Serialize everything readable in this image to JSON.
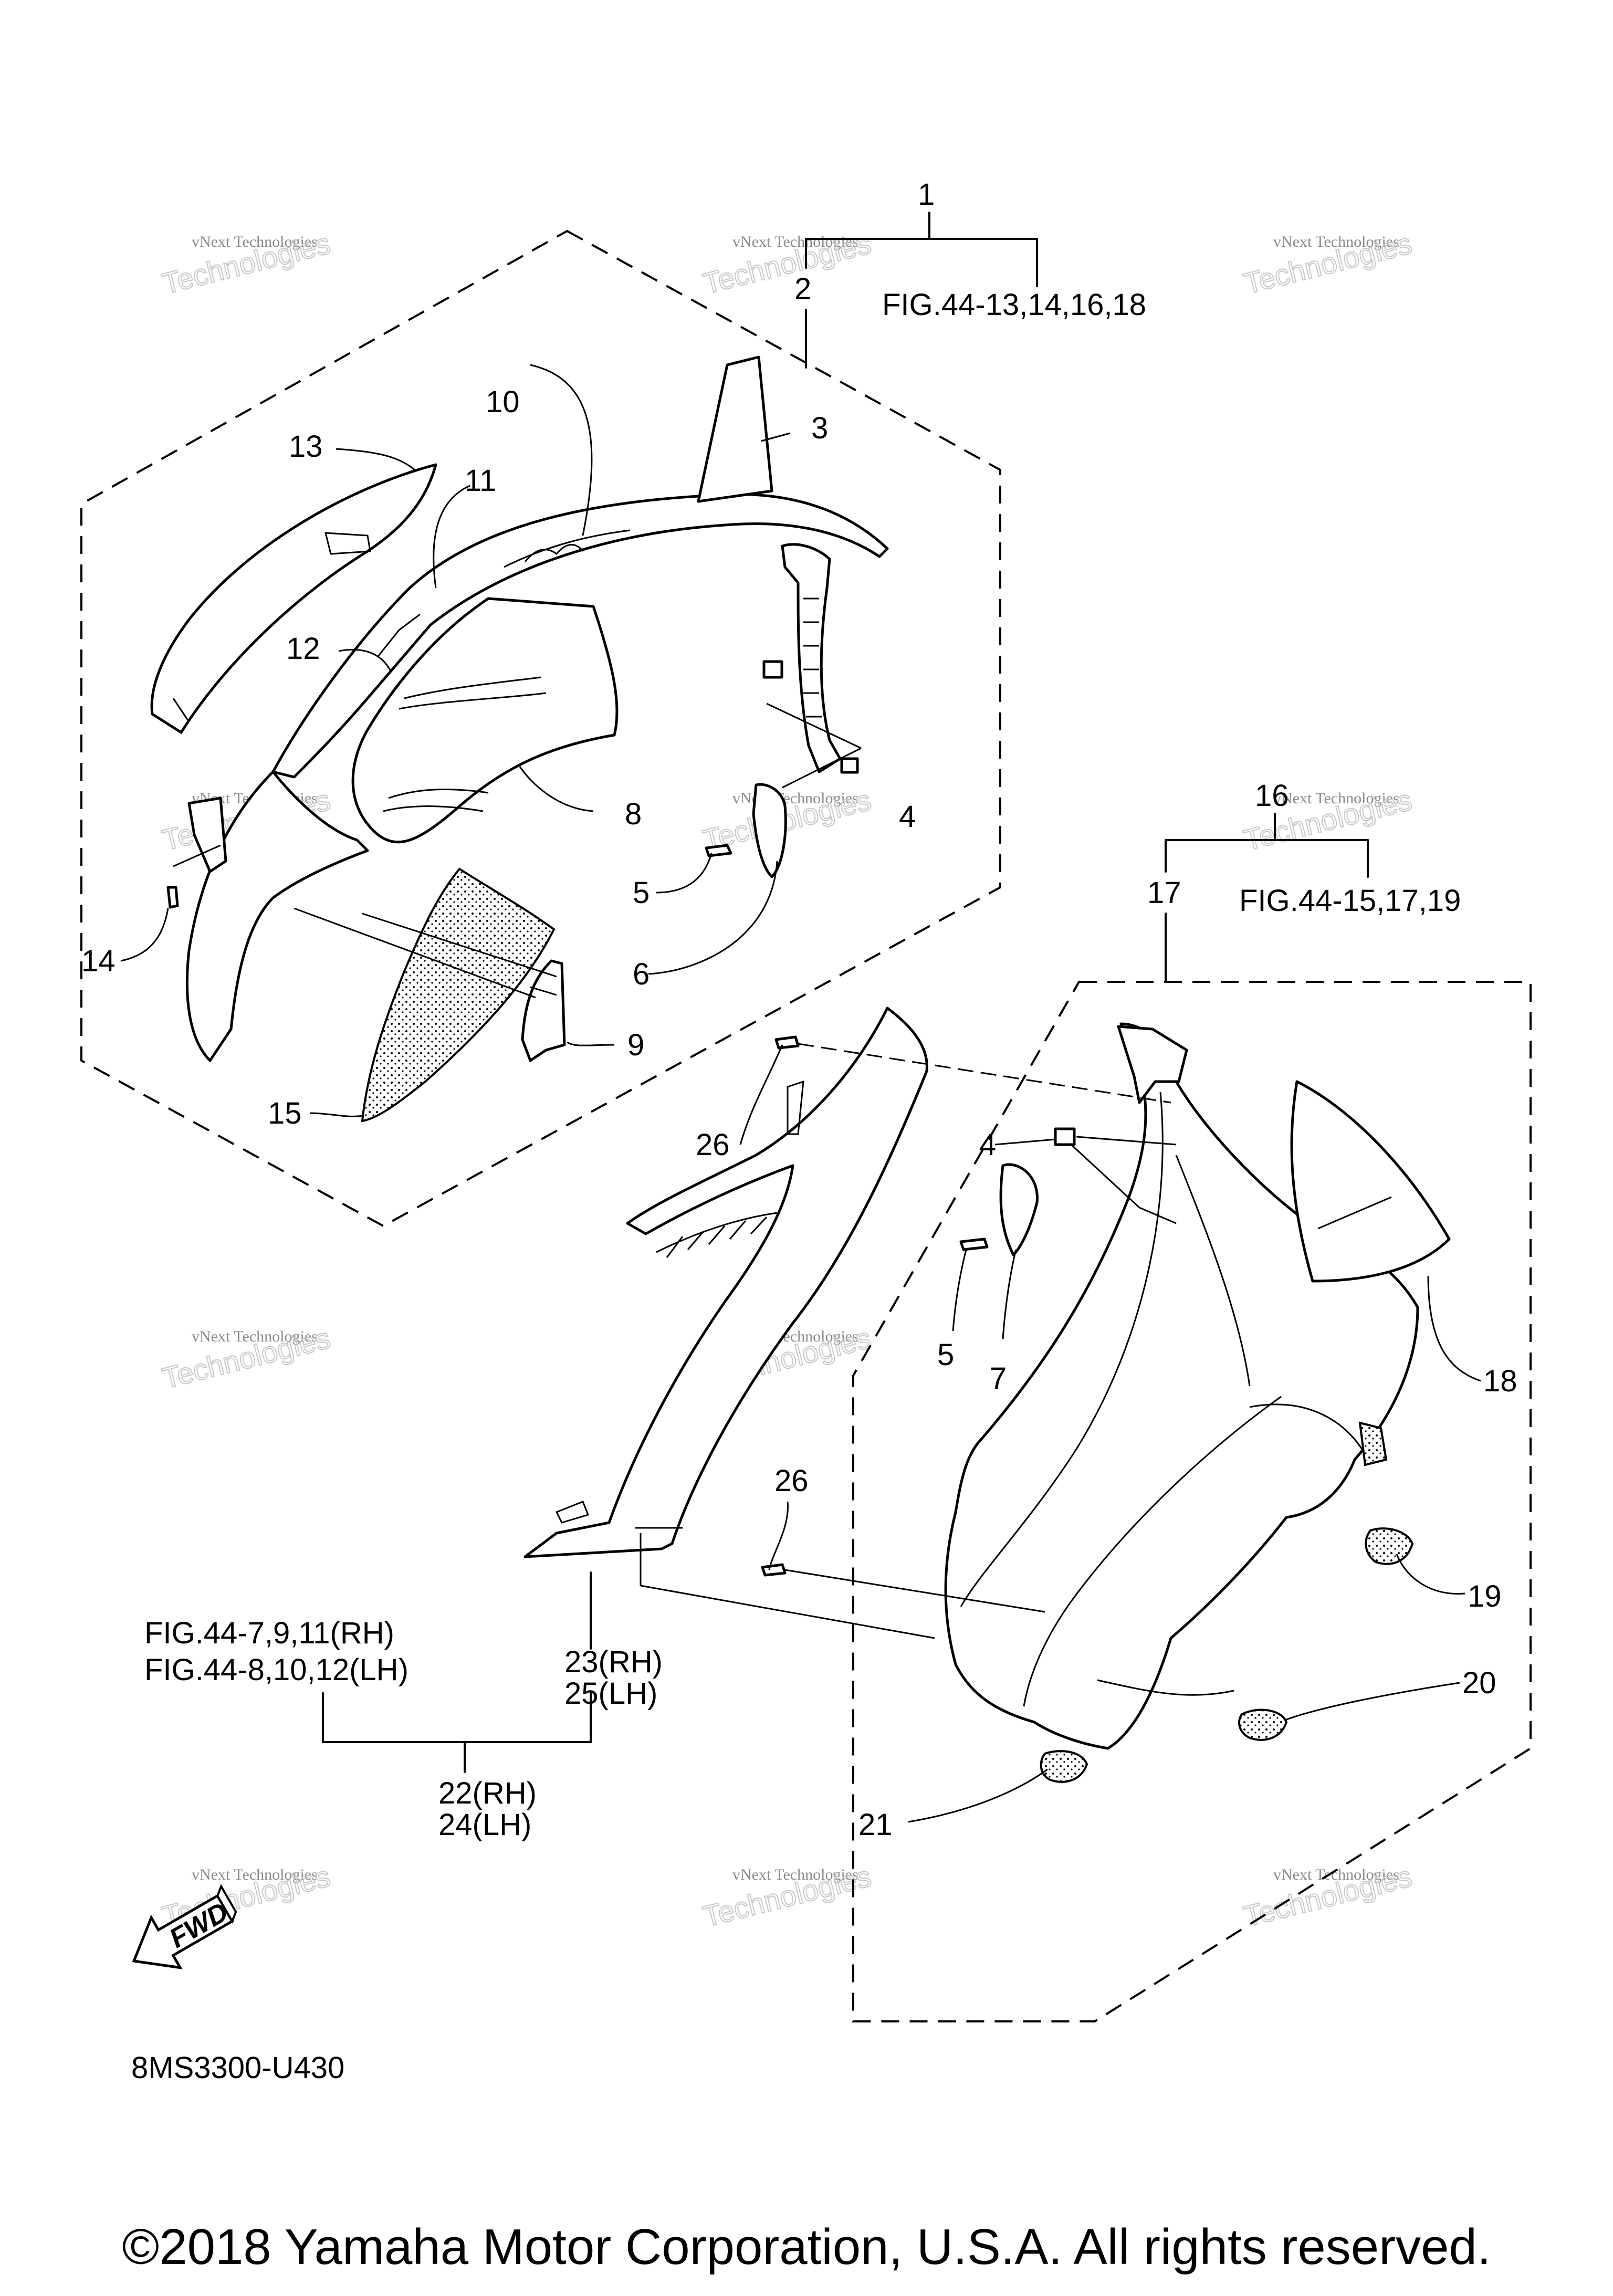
{
  "callouts": {
    "c1": "1",
    "c2": "2",
    "c3": "3",
    "c4a": "4",
    "c4b": "4",
    "c5a": "5",
    "c5b": "5",
    "c6": "6",
    "c7": "7",
    "c8": "8",
    "c9": "9",
    "c10": "10",
    "c11": "11",
    "c12": "12",
    "c13": "13",
    "c14": "14",
    "c15": "15",
    "c16": "16",
    "c17": "17",
    "c18": "18",
    "c19": "19",
    "c20": "20",
    "c21": "21",
    "c26a": "26",
    "c26b": "26",
    "c23": "23(RH)",
    "c25": "25(LH)",
    "c22": "22(RH)",
    "c24": "24(LH)"
  },
  "references": {
    "fig_upper": "FIG.44-13,14,16,18",
    "fig_lower": "FIG.44-15,17,19",
    "fig_rh": "FIG.44-7,9,11(RH)",
    "fig_lh": "FIG.44-8,10,12(LH)"
  },
  "fwd_label": "FWD",
  "diagram_code": "8MS3300-U430",
  "watermark": {
    "line1": "vNext Technologies",
    "line2": "Technologies"
  },
  "copyright": "©2018 Yamaha Motor Corporation, U.S.A. All rights reserved."
}
